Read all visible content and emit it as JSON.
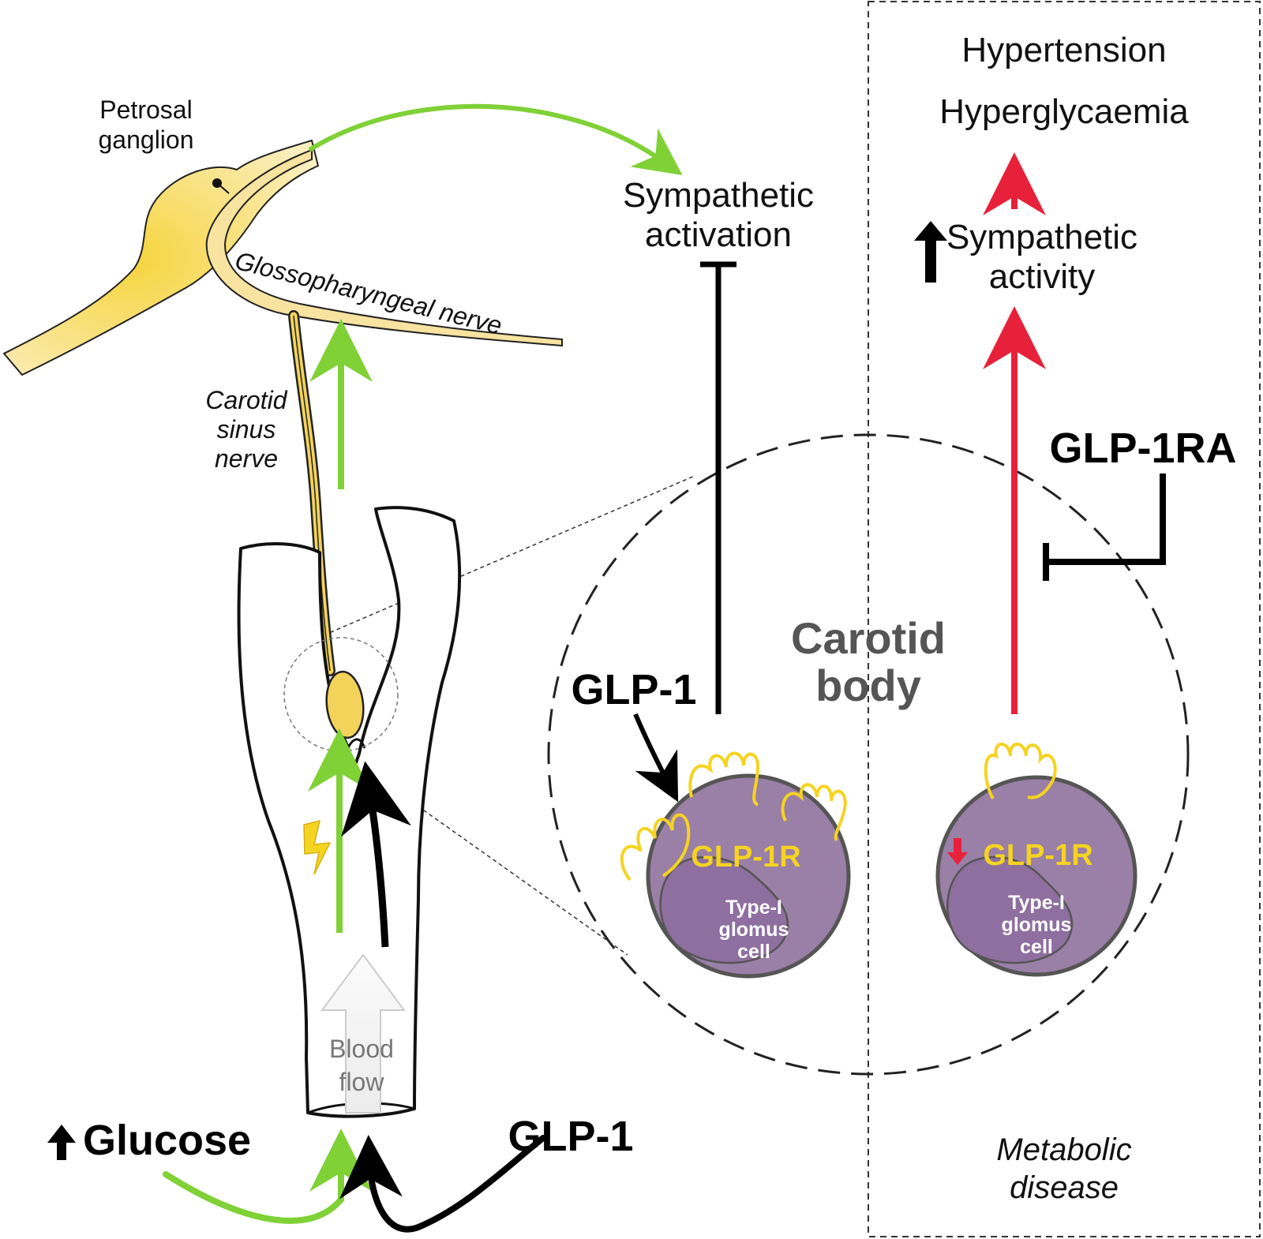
{
  "labels": {
    "petrosal_ganglion": [
      "Petrosal",
      "ganglion"
    ],
    "glossopharyngeal_nerve": "Glossopharyngeal nerve",
    "carotid_sinus_nerve": [
      "Carotid",
      "sinus",
      "nerve"
    ],
    "blood_flow": [
      "Blood",
      "flow"
    ],
    "glucose": "Glucose",
    "glp1_bottom": "GLP-1",
    "sympathetic_activation": [
      "Sympathetic",
      "activation"
    ],
    "glp1_body": "GLP-1",
    "carotid_body": [
      "Carotid",
      "body"
    ],
    "receptor_left": "GLP-1R",
    "receptor_right": "GLP-1R",
    "cell_left": [
      "Type-I",
      "glomus",
      "cell"
    ],
    "cell_right": [
      "Type-I",
      "glomus",
      "cell"
    ],
    "hypertension": "Hypertension",
    "hyperglycaemia": "Hyperglycaemia",
    "sympathetic_activity": [
      "Sympathetic",
      "activity"
    ],
    "glp1ra": "GLP-1RA",
    "metabolic_disease": [
      "Metabolic",
      "disease"
    ]
  },
  "colors": {
    "green_arrow": "#7fd136",
    "red_arrow": "#e8213a",
    "black": "#000000",
    "nerve_yellow": "#f3d35a",
    "receptor_yellow": "#f5d321",
    "cell_purple": "#9a7fa6",
    "cell_border": "#555555",
    "carotid_body_text": "#555555"
  },
  "icons": {
    "glucose_up": "up-arrow-icon",
    "activity_up": "up-arrow-icon",
    "receptor_down": "down-arrow-icon",
    "lightning": "lightning-icon"
  }
}
